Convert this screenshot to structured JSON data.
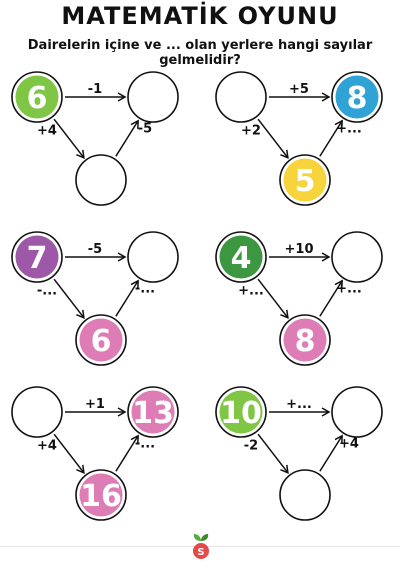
{
  "header": {
    "title": "MATEMATİK OYUNU",
    "instructions": "Dairelerin içine ve ... olan yerlere hangi sayılar gelmelidir?"
  },
  "puzzles": [
    {
      "id": "p1",
      "start": {
        "value": "6",
        "color": "#7fc645"
      },
      "top_right": {
        "value": "",
        "color": ""
      },
      "bottom": {
        "value": "",
        "color": ""
      },
      "ops": {
        "top": "-1",
        "left": "+4",
        "right": "-5"
      }
    },
    {
      "id": "p2",
      "start": {
        "value": "",
        "color": ""
      },
      "top_right": {
        "value": "8",
        "color": "#2fa3d6"
      },
      "bottom": {
        "value": "5",
        "color": "#f7d43c"
      },
      "ops": {
        "top": "+5",
        "left": "+2",
        "right": "+..."
      }
    },
    {
      "id": "p3",
      "start": {
        "value": "7",
        "color": "#9e58a8"
      },
      "top_right": {
        "value": "",
        "color": ""
      },
      "bottom": {
        "value": "6",
        "color": "#de7cb6"
      },
      "ops": {
        "top": "-5",
        "left": "-...",
        "right": "-..."
      }
    },
    {
      "id": "p4",
      "start": {
        "value": "4",
        "color": "#3d9640"
      },
      "top_right": {
        "value": "",
        "color": ""
      },
      "bottom": {
        "value": "8",
        "color": "#de7cb6"
      },
      "ops": {
        "top": "+10",
        "left": "+...",
        "right": "+..."
      }
    },
    {
      "id": "p5",
      "start": {
        "value": "",
        "color": ""
      },
      "top_right": {
        "value": "13",
        "color": "#de7cb6"
      },
      "bottom": {
        "value": "16",
        "color": "#de7cb6"
      },
      "ops": {
        "top": "+1",
        "left": "+4",
        "right": "-..."
      }
    },
    {
      "id": "p6",
      "start": {
        "value": "10",
        "color": "#7fc645"
      },
      "top_right": {
        "value": "",
        "color": ""
      },
      "bottom": {
        "value": "",
        "color": ""
      },
      "ops": {
        "top": "+...",
        "left": "-2",
        "right": "+4"
      }
    }
  ],
  "footer": {
    "logo_text": "S"
  }
}
